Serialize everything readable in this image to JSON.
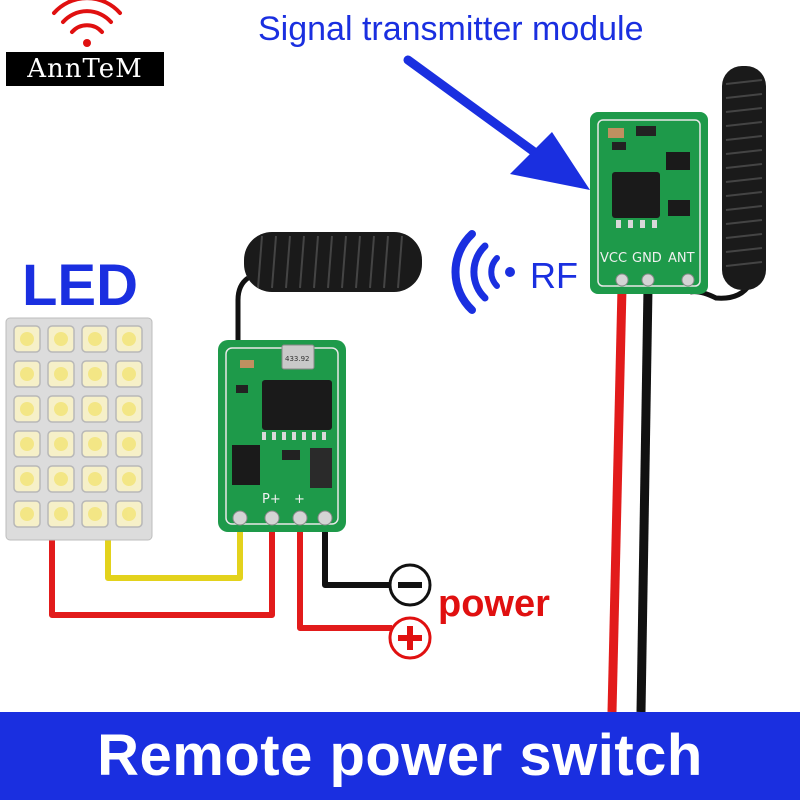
{
  "brand": {
    "logo_text": "AnnTeM"
  },
  "title": "Signal transmitter module",
  "led_label": "LED",
  "rf_label": "RF",
  "power_label": "power",
  "banner": "Remote power switch",
  "transmitter_pins": [
    "VCC",
    "GND",
    "ANT"
  ],
  "receiver_pins": [
    "P+",
    "+"
  ],
  "chip_label": "433.92",
  "polarity": {
    "negative": "−",
    "positive": "+"
  },
  "colors": {
    "accent": "#1a2fe0",
    "power": "#e01010",
    "pcb": "#1e9a4a",
    "led_wire": "#e0d020"
  }
}
